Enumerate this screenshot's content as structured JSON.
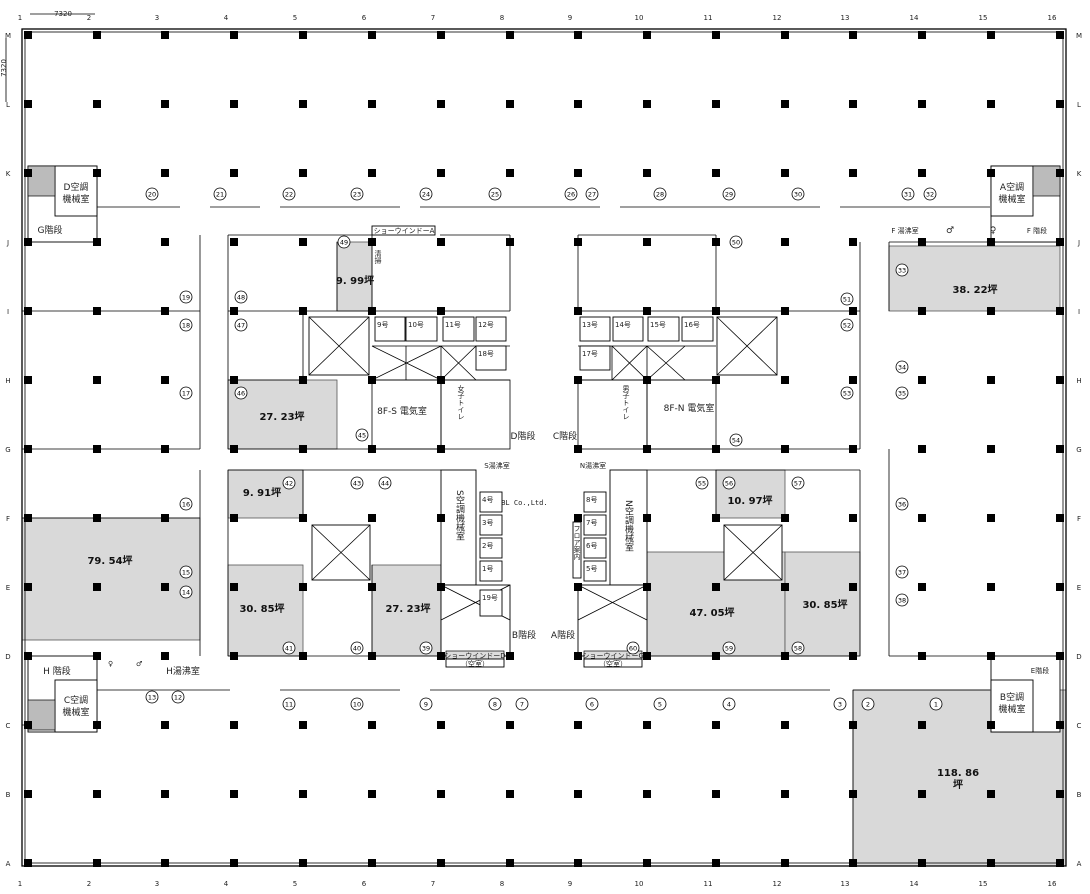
{
  "title_dimension": "7320",
  "columns": [
    "1",
    "2",
    "3",
    "4",
    "5",
    "6",
    "7",
    "8",
    "9",
    "10",
    "11",
    "12",
    "13",
    "14",
    "15",
    "16"
  ],
  "rows": [
    "M",
    "L",
    "K",
    "J",
    "I",
    "H",
    "G",
    "F",
    "E",
    "D",
    "C",
    "B",
    "A"
  ],
  "areas": [
    "9. 99坪",
    "38. 22坪",
    "27. 23坪",
    "9. 91坪",
    "79. 54坪",
    "30. 85坪",
    "27. 23坪",
    "10. 97坪",
    "47. 05坪",
    "30. 85坪",
    "118. 86\n坪"
  ],
  "unit_numbers": [
    "20",
    "21",
    "22",
    "23",
    "24",
    "25",
    "26",
    "27",
    "28",
    "29",
    "30",
    "31",
    "32",
    "49",
    "19",
    "48",
    "18",
    "47",
    "51",
    "52",
    "50",
    "33",
    "17",
    "46",
    "34",
    "53",
    "35",
    "45",
    "54",
    "16",
    "42",
    "43",
    "44",
    "55",
    "56",
    "57",
    "36",
    "15",
    "14",
    "37",
    "38",
    "41",
    "40",
    "39",
    "60",
    "59",
    "58",
    "13",
    "12",
    "11",
    "10",
    "9",
    "8",
    "7",
    "6",
    "5",
    "4",
    "3",
    "2",
    "1"
  ],
  "labels": {
    "d_machine": [
      "D空調",
      "機械室"
    ],
    "g_stairs": "G階段",
    "a_machine": [
      "A空調",
      "機械室"
    ],
    "f_stairs": "F 階段",
    "f_kitchen": "F 湯沸室",
    "male": "♂",
    "female": "♀",
    "showwindow_a": "ショーウインドーA",
    "cleaning": "清掃",
    "elec_s": "8F-S 電気室",
    "elec_n": "8F-N 電気室",
    "womens_toilet": "女子トイレ",
    "mens_toilet": "男子トイレ",
    "d_stairs": "D階段",
    "c_stairs": "C階段",
    "s_kitchen": "S湯沸室",
    "n_kitchen": "N湯沸室",
    "s_machine": "S空調機械室",
    "n_machine": "N空調機械室",
    "floor_guide": "フロア案内",
    "company": "CBL Co.,Ltd.",
    "b_stairs": "B階段",
    "a_stairs": "A階段",
    "showwindow_d": "ショーウインドーD",
    "showwindow_c": "ショーウインドーC",
    "vacant": "（空室）",
    "h_stairs": "H 階段",
    "h_kitchen": "H湯沸室",
    "c_machine": [
      "C空調",
      "機械室"
    ],
    "e_stairs": "E階段",
    "b_machine": [
      "B空調",
      "機械室"
    ]
  },
  "elevators": [
    "9号",
    "10号",
    "11号",
    "12号",
    "18号",
    "13号",
    "14号",
    "15号",
    "16号",
    "17号",
    "4号",
    "3号",
    "2号",
    "1号",
    "19号",
    "8号",
    "7号",
    "6号",
    "5号"
  ]
}
